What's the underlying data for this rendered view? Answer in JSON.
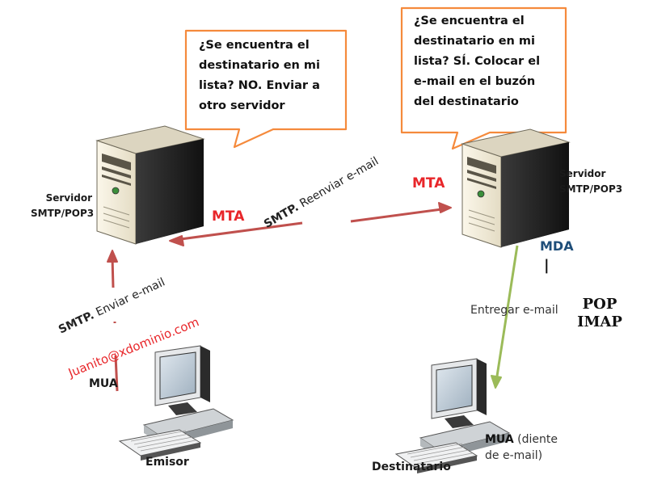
{
  "callout_left": {
    "lines": [
      "¿Se encuentra el",
      "destinatario en mi",
      "lista? NO. Enviar a",
      "otro servidor"
    ]
  },
  "callout_right": {
    "lines": [
      "¿Se encuentra el",
      "destinatario en mi",
      "lista? SÍ. Colocar el",
      "e-mail en el buzón",
      "del destinatario"
    ]
  },
  "server_left": {
    "label_line1": "Servidor",
    "label_line2": "SMTP/POP3",
    "role": "MTA"
  },
  "server_right": {
    "label_line1": "Servidor",
    "label_line2": "SMTP/POP3",
    "role": "MTA",
    "delivery_agent": "MDA",
    "delivery_separator": "|"
  },
  "flows": {
    "relay": {
      "protocol": "SMTP.",
      "text": " Reenviar e-mail"
    },
    "send": {
      "protocol": "SMTP.",
      "text": " Enviar e-mail"
    },
    "deliver": {
      "text": "Entregar e-mail"
    }
  },
  "access_protocols": [
    "POP",
    "IMAP"
  ],
  "sender": {
    "address": "Juanito@xdominio.com",
    "agent": "MUA",
    "caption": "Emisor"
  },
  "recipient": {
    "agent": "MUA",
    "agent_note": " (diente",
    "agent_note_line2": "de e-mail)",
    "caption": "Destinatario"
  },
  "colors": {
    "callout_border": "#f58a3c",
    "arrow_red": "#c0504d",
    "arrow_green": "#9bbb59",
    "mta_red": "#e8262a",
    "mda_blue": "#1f4e79",
    "email_red": "#e8262a"
  },
  "icons": [
    "tower-server-icon",
    "tower-server-icon",
    "desktop-computer-icon",
    "desktop-computer-icon"
  ]
}
